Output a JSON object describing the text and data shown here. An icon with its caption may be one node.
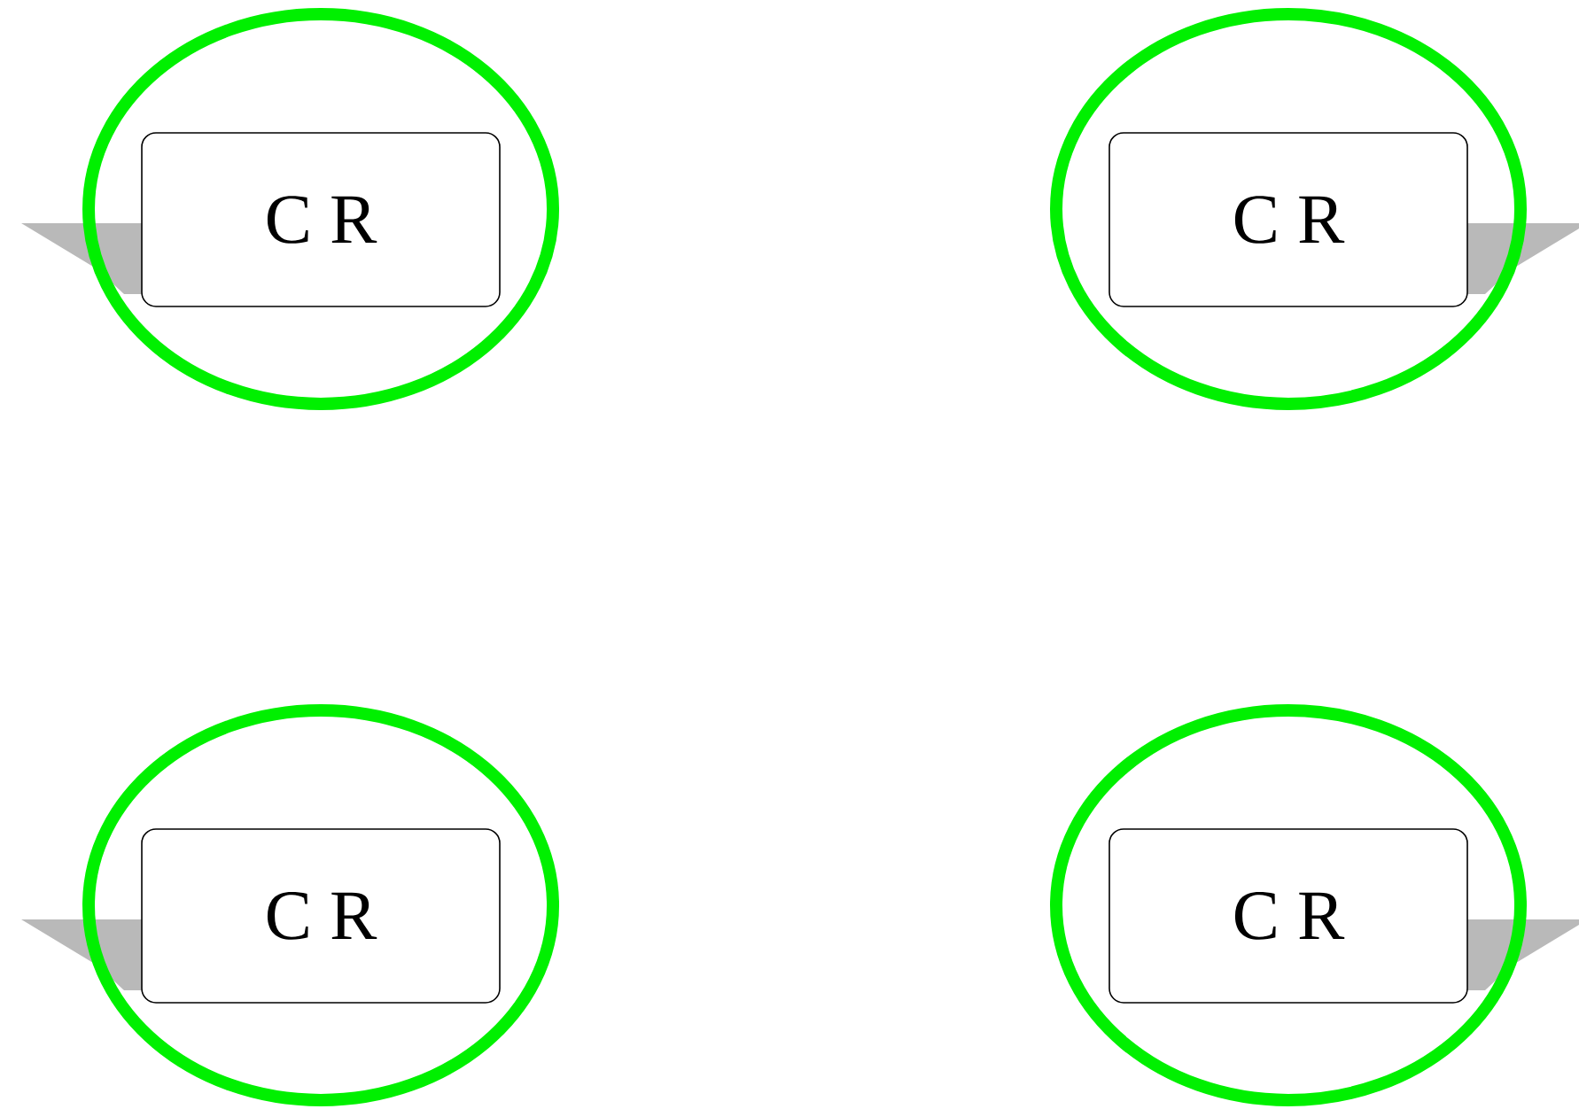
{
  "diagram": {
    "nodes": [
      {
        "text": [],
        "shape": "circle"
      },
      {
        "text": [
          "C R"
        ],
        "in": 0
      },
      {
        "text": [],
        "shape": "circle"
      },
      {
        "text": [
          "C R"
        ],
        "in": 2
      },
      {
        "text": [],
        "shape": "circle"
      },
      {
        "text": [
          "C R"
        ],
        "in": 4
      },
      {
        "text": [],
        "shape": "circle"
      },
      {
        "text": [
          "C R"
        ],
        "in": 6
      }
    ]
  }
}
